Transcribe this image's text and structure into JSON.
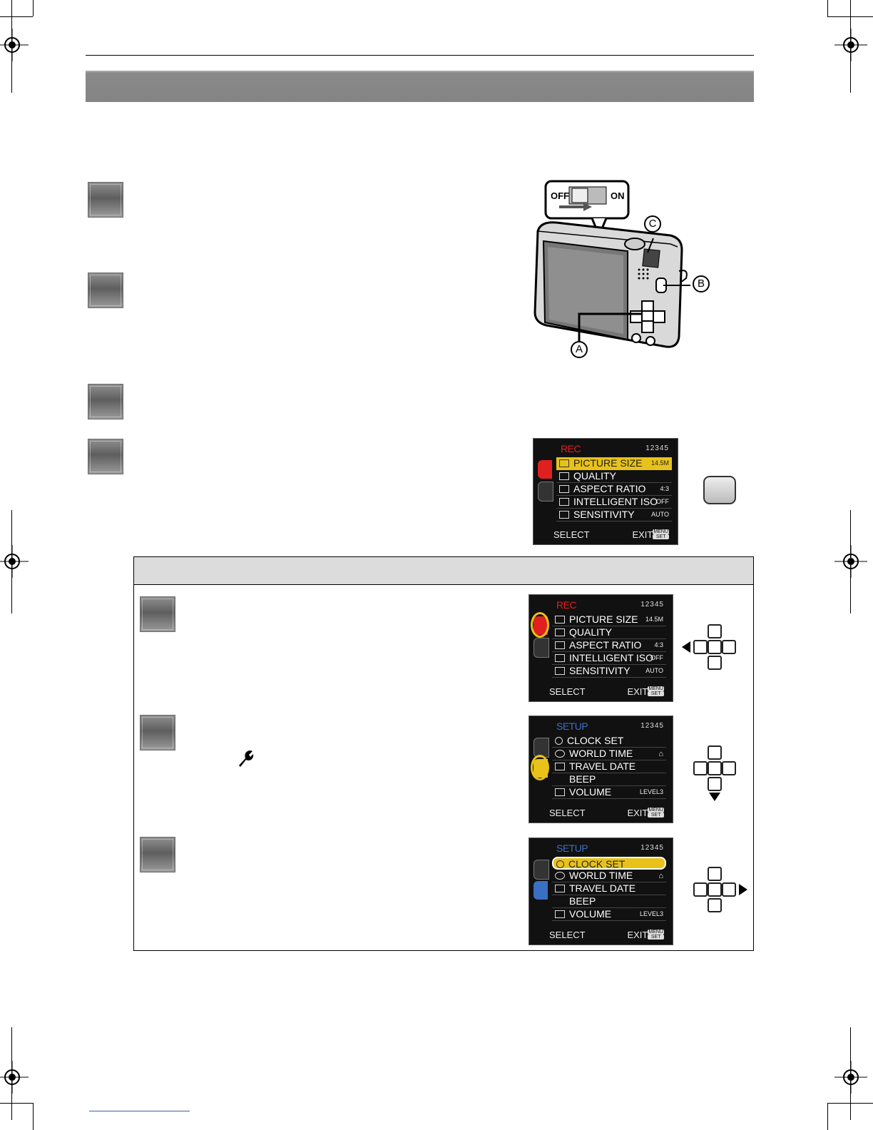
{
  "camera_figure": {
    "switch_off_label": "OFF",
    "switch_on_label": "ON",
    "callout_a": "A",
    "callout_b": "B",
    "callout_c": "C"
  },
  "menu_rec": {
    "title": "REC",
    "pages": "12345",
    "items": [
      {
        "label": "PICTURE SIZE",
        "value": "14.5M"
      },
      {
        "label": "QUALITY",
        "value": ""
      },
      {
        "label": "ASPECT RATIO",
        "value": "4:3"
      },
      {
        "label": "INTELLIGENT ISO",
        "value": "OFF"
      },
      {
        "label": "SENSITIVITY",
        "value": "AUTO"
      }
    ],
    "footer_select": "SELECT",
    "footer_exit": "EXIT",
    "menu_badge_top": "MENU",
    "menu_badge_bottom": "SET"
  },
  "menu_setup": {
    "title": "SETUP",
    "pages": "12345",
    "items": [
      {
        "label": "CLOCK SET",
        "value": ""
      },
      {
        "label": "WORLD TIME",
        "value": ""
      },
      {
        "label": "TRAVEL DATE",
        "value": ""
      },
      {
        "label": "BEEP",
        "value": ""
      },
      {
        "label": "VOLUME",
        "value": "LEVEL3"
      }
    ],
    "footer_select": "SELECT",
    "footer_exit": "EXIT",
    "menu_badge_top": "MENU",
    "menu_badge_bottom": "SET"
  },
  "colors": {
    "title_bar": "#848484",
    "highlight": "#e8c21a",
    "rec_red": "#e02020",
    "setup_blue": "#3a6fc4"
  }
}
